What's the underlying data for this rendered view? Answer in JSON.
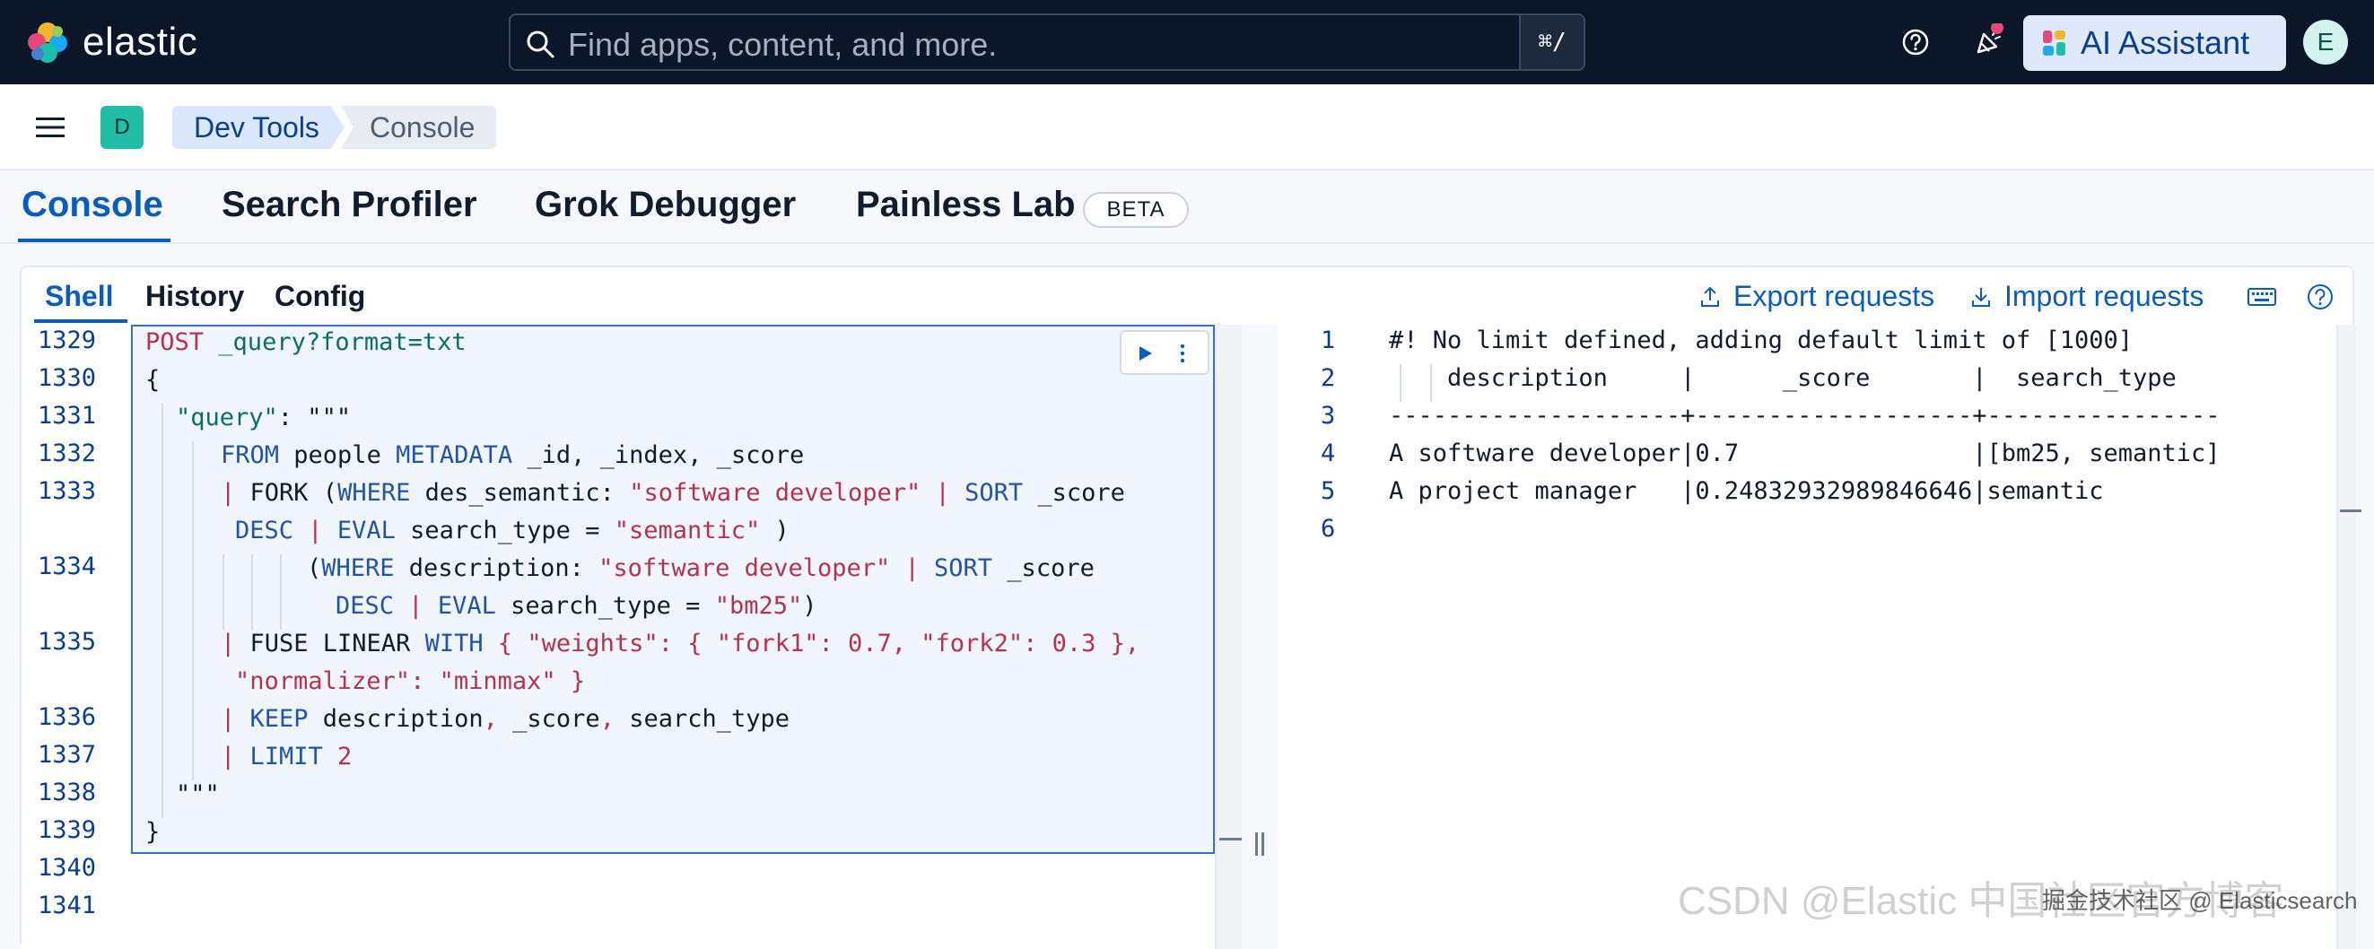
{
  "header": {
    "brand": "elastic",
    "search_placeholder": "Find apps, content, and more.",
    "search_shortcut": "⌘/",
    "ai_assistant_label": "AI Assistant",
    "avatar_initial": "E"
  },
  "breadcrumb": {
    "space_initial": "D",
    "items": [
      "Dev Tools",
      "Console"
    ]
  },
  "app_tabs": [
    {
      "label": "Console",
      "active": true
    },
    {
      "label": "Search Profiler",
      "active": false
    },
    {
      "label": "Grok Debugger",
      "active": false
    },
    {
      "label": "Painless Lab",
      "active": false,
      "badge": "BETA"
    }
  ],
  "sub_tabs": [
    {
      "label": "Shell",
      "active": true
    },
    {
      "label": "History",
      "active": false
    },
    {
      "label": "Config",
      "active": false
    }
  ],
  "toolbar": {
    "export_label": "Export requests",
    "import_label": "Import requests"
  },
  "request_editor": {
    "line_numbers": [
      "1329",
      "1330",
      "1331",
      "1332",
      "1333",
      "",
      "1334",
      "",
      "1335",
      "",
      "1336",
      "1337",
      "1338",
      "1339",
      "1340",
      "1341"
    ],
    "lines": [
      "POST _query?format=txt",
      "{",
      "\"query\": \"\"\"",
      "FROM people METADATA _id, _index, _score",
      "| FORK (WHERE des_semantic: \"software developer\" | SORT _score",
      "DESC | EVAL search_type = \"semantic\" )",
      "(WHERE description: \"software developer\" | SORT _score",
      "DESC | EVAL search_type = \"bm25\")",
      "| FUSE LINEAR WITH { \"weights\": { \"fork1\": 0.7, \"fork2\": 0.3 },",
      "\"normalizer\": \"minmax\" }",
      "| KEEP description, _score, search_type",
      "| LIMIT 2",
      "\"\"\"",
      "}"
    ]
  },
  "response_editor": {
    "line_numbers": [
      "1",
      "2",
      "3",
      "4",
      "5",
      "6"
    ],
    "lines": [
      "#! No limit defined, adding default limit of [1000]",
      "    description     |      _score       |  search_type   ",
      "--------------------+-------------------+----------------",
      "A software developer|0.7                |[bm25, semantic]",
      "A project manager   |0.24832932989846646|semantic",
      ""
    ]
  },
  "watermark": {
    "csdn": "CSDN @Elastic 中国社区官方博客",
    "juejin": "掘金技术社区 @ Elasticsearch"
  }
}
